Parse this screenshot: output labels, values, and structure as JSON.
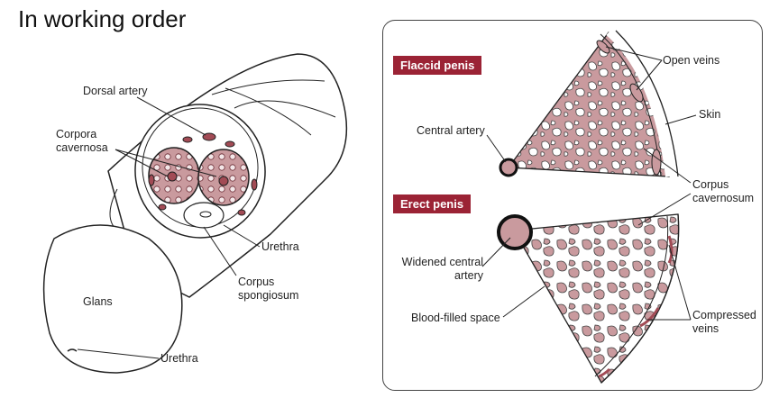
{
  "title": "In working order",
  "colors": {
    "tissue": "#c99a9e",
    "dark_tissue": "#a24b55",
    "badge": "#9b2335",
    "outline": "#222222"
  },
  "left_labels": {
    "dorsal_artery": "Dorsal artery",
    "corpora_cavernosa": "Corpora\ncavernosa",
    "urethra_upper": "Urethra",
    "corpus_spongiosum": "Corpus\nspongiosum",
    "glans": "Glans",
    "urethra_lower": "Urethra"
  },
  "right_panel": {
    "flaccid_badge": "Flaccid penis",
    "erect_badge": "Erect penis",
    "labels": {
      "open_veins": "Open veins",
      "skin": "Skin",
      "central_artery": "Central artery",
      "corpus_cavernosum": "Corpus\ncavernosum",
      "widened_central_artery": "Widened central\nartery",
      "blood_filled_space": "Blood-filled space",
      "compressed_veins": "Compressed\nveins"
    }
  }
}
